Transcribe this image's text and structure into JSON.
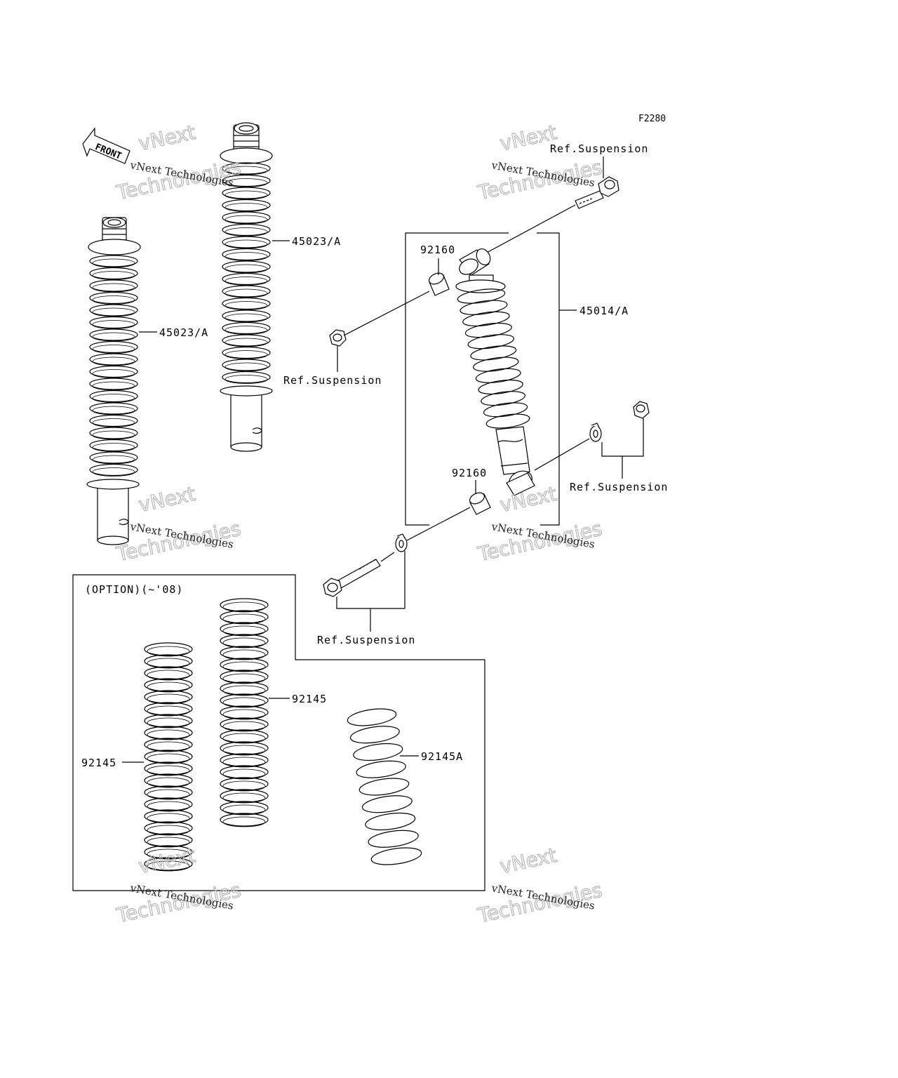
{
  "diagram_code": "F2280",
  "front_label": "FRONT",
  "watermark": {
    "line1": "vNext Technologies",
    "line2": "vNext",
    "line3": "Technologies"
  },
  "callouts": {
    "shock_left": "45023/A",
    "shock_middle": "45023/A",
    "shock_right_assembly": "45014/A",
    "bushing_top": "92160",
    "bushing_bottom": "92160",
    "ref_top_right": "Ref.Suspension",
    "ref_top_left": "Ref.Suspension",
    "ref_mid_right": "Ref.Suspension",
    "ref_bottom": "Ref.Suspension",
    "option_title": "(OPTION)(~'08)",
    "spring_left": "92145",
    "spring_middle": "92145",
    "spring_right": "92145A"
  }
}
